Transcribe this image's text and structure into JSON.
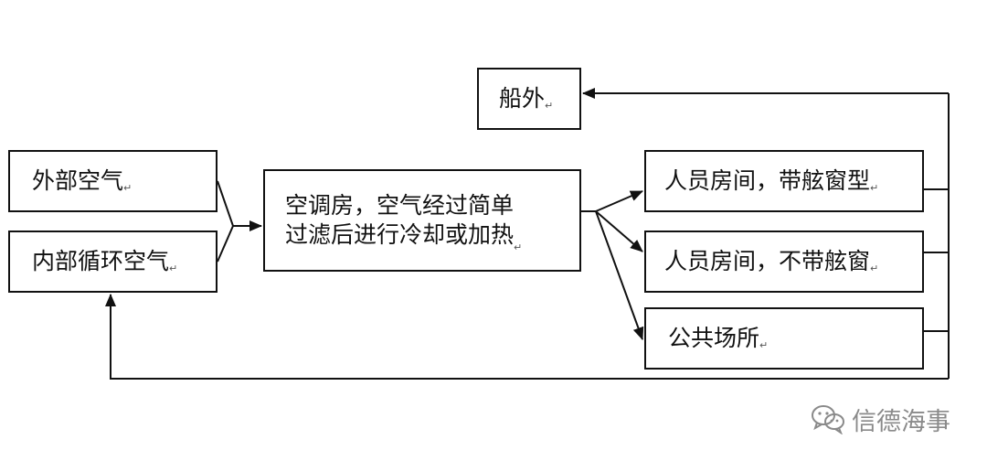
{
  "diagram": {
    "nodes": {
      "ship_outside": "船外",
      "outside_air": "外部空气",
      "recirculated_air": "内部循环空气",
      "ac_room": "空调房，空气经过简单\n过滤后进行冷却或加热",
      "room_with_porthole": "人员房间，带舷窗型",
      "room_without_porthole": "人员房间，不带舷窗",
      "public_area": "公共场所"
    },
    "paragraph_mark": "↵"
  },
  "watermark": {
    "text": "信德海事",
    "icon": "wechat-icon"
  }
}
